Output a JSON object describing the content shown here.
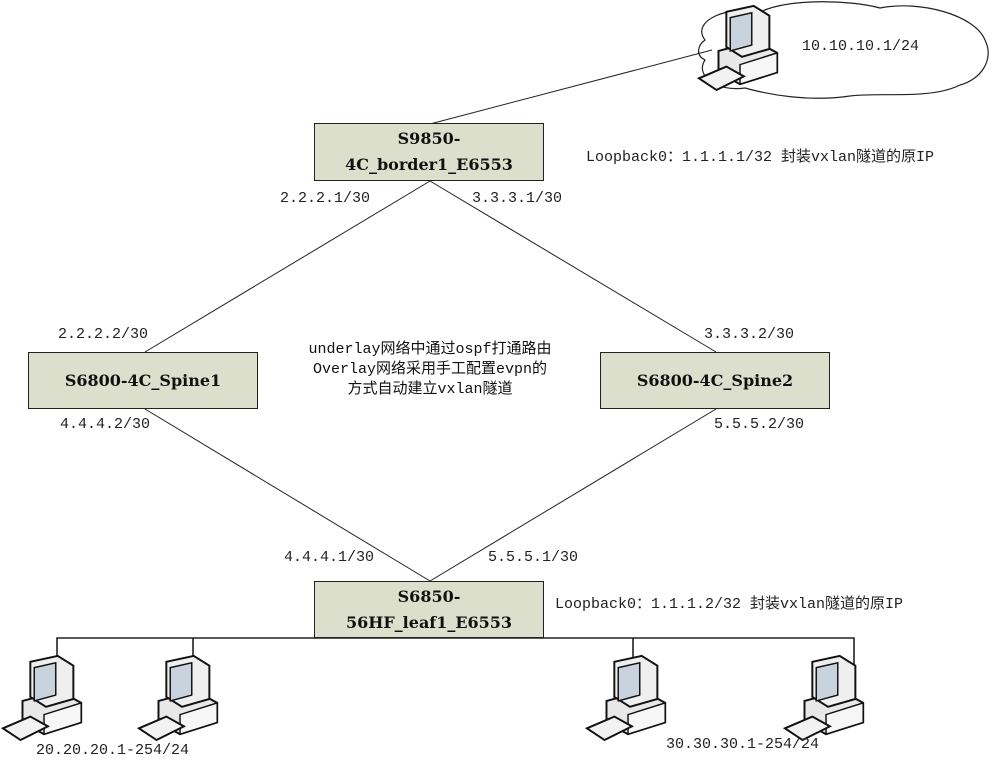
{
  "diagram": {
    "nodes": {
      "border": {
        "line1": "S9850-",
        "line2": "4C_border1_E6553"
      },
      "spine1": {
        "line1": "S6800-4C_Spine1"
      },
      "spine2": {
        "line1": "S6800-4C_Spine2"
      },
      "leaf": {
        "line1": "S6850-",
        "line2": "56HF_leaf1_E6553"
      }
    },
    "link_labels": {
      "border_to_spine1": "2.2.2.1/30",
      "border_to_spine2": "3.3.3.1/30",
      "spine1_to_border": "2.2.2.2/30",
      "spine2_to_border": "3.3.3.2/30",
      "spine1_to_leaf": "4.4.4.2/30",
      "spine2_to_leaf": "5.5.5.2/30",
      "leaf_to_spine1": "4.4.4.1/30",
      "leaf_to_spine2": "5.5.5.1/30"
    },
    "notes": {
      "border_loopback": "Loopback0：1.1.1.1/32 封装vxlan隧道的原IP",
      "leaf_loopback": "Loopback0：1.1.1.2/32 封装vxlan隧道的原IP",
      "center_line1": "underlay网络中通过ospf打通路由",
      "center_line2": "Overlay网络采用手工配置evpn的",
      "center_line3": "方式自动建立vxlan隧道"
    },
    "hosts": {
      "cloud_host": {
        "icon": "computer-icon",
        "ip": "10.10.10.1/24"
      },
      "left_group": {
        "icon": "computer-icon",
        "ip": "20.20.20.1-254/24"
      },
      "right_group": {
        "icon": "computer-icon",
        "ip": "30.30.30.1-254/24"
      }
    },
    "colors": {
      "node_fill": "#dcdfcc",
      "line": "#222222"
    }
  }
}
